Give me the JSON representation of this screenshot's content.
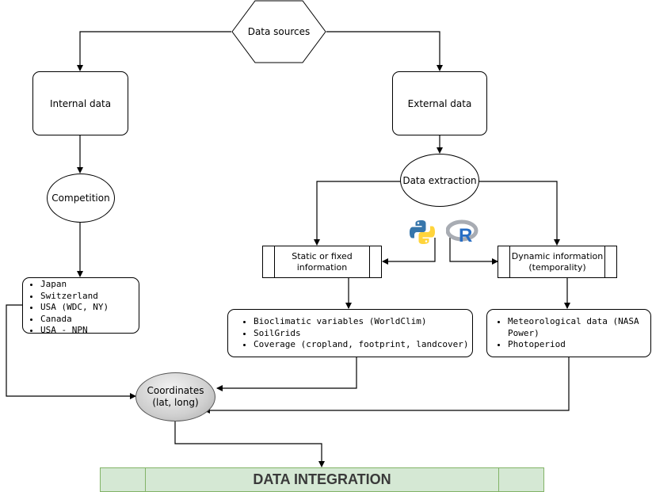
{
  "nodes": {
    "data_sources": "Data sources",
    "internal_data": "Internal data",
    "external_data": "External data",
    "competition": "Competition",
    "data_extraction": "Data extraction",
    "static_info": "Static or fixed information",
    "dynamic_info": "Dynamic information (temporality)",
    "coordinates": "Coordinates (lat, long)",
    "data_integration": "DATA INTEGRATION"
  },
  "competition_list": [
    "Japan",
    "Switzerland",
    "USA (WDC, NY)",
    "Canada",
    "USA - NPN"
  ],
  "static_list": [
    "Bioclimatic variables (WorldClim)",
    "SoilGrids",
    "Coverage (cropland, footprint, landcover)"
  ],
  "dynamic_list": [
    "Meteorological data (NASA Power)",
    "Photoperiod"
  ],
  "icons": {
    "python": {
      "name": "python-logo-icon",
      "blue": "#3776ab",
      "yellow": "#ffd43b"
    },
    "r": {
      "name": "r-logo-icon",
      "ring": "#a8acb3",
      "letter": "#276dc3",
      "label": "R"
    }
  },
  "colors": {
    "integration_fill": "#d5e8d4",
    "integration_border": "#82b366"
  }
}
